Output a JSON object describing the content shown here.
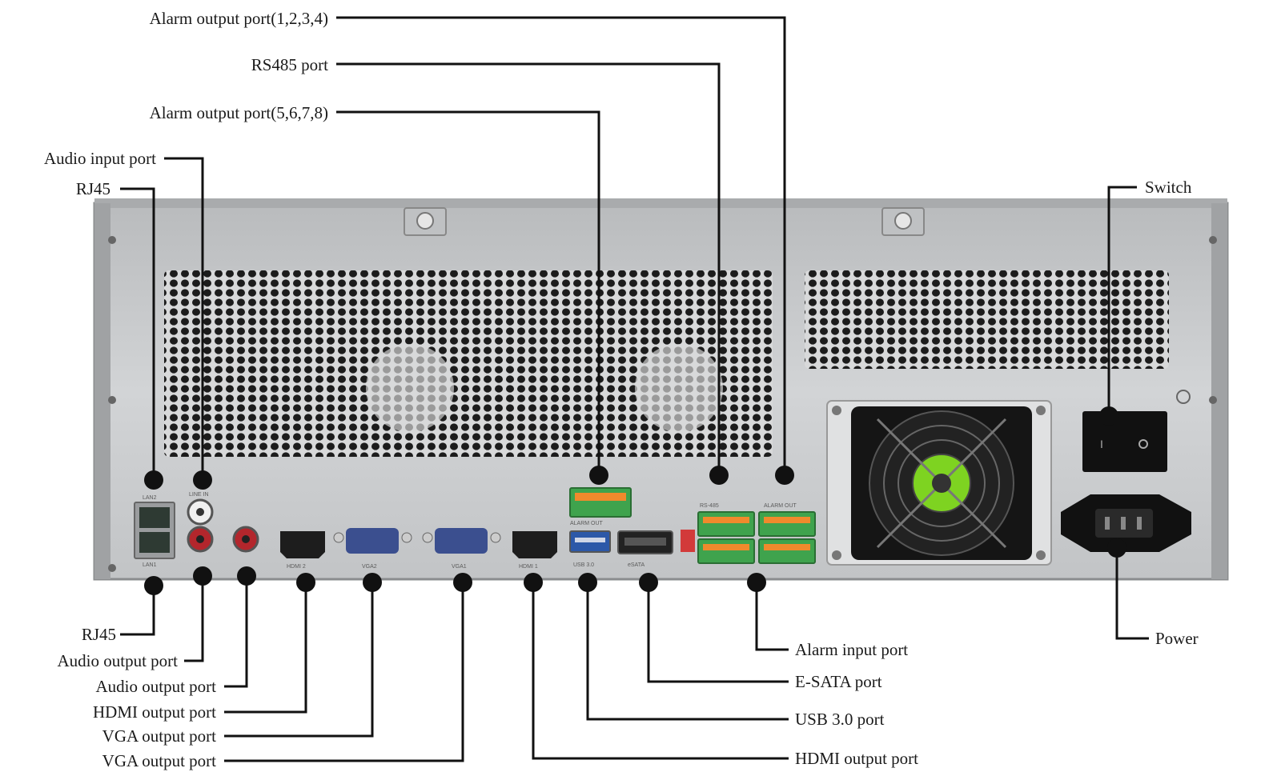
{
  "labels": {
    "alarm_out_1234": "Alarm output port(1,2,3,4)",
    "rs485": "RS485 port",
    "alarm_out_5678": "Alarm output port(5,6,7,8)",
    "audio_in": "Audio input port",
    "rj45_top": "RJ45",
    "switch": "Switch",
    "rj45_bottom": "RJ45",
    "audio_out_1": "Audio output port",
    "audio_out_2": "Audio output port",
    "hdmi_out_left": "HDMI output port",
    "vga_out_1": "VGA output port",
    "vga_out_2": "VGA output port",
    "power": "Power",
    "alarm_in": "Alarm input port",
    "esata": "E-SATA port",
    "usb3": "USB 3.0 port",
    "hdmi_out_right": "HDMI output port"
  },
  "silkscreen": {
    "lan2": "LAN2",
    "lan1": "LAN1",
    "line_in": "LINE IN",
    "hdmi2": "HDMI 2",
    "vga2": "VGA2",
    "vga1": "VGA1",
    "hdmi1": "HDMI 1",
    "usb": "USB 3.0",
    "esata": "eSATA",
    "alarm_out": "ALARM OUT",
    "rs485": "RS-485",
    "alarm_out_2": "ALARM OUT"
  },
  "colors": {
    "chassis": "#c9cbcd",
    "terminal_green": "#3fa34d",
    "port_blue": "#3b4f8f",
    "fan_green": "#7ed321"
  }
}
